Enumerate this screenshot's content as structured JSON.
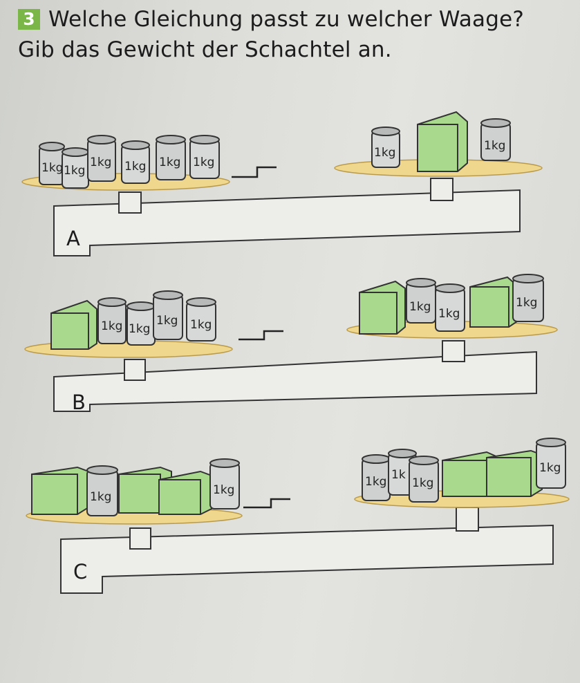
{
  "task": {
    "number": "3",
    "text": "Welche Gleichung passt zu welcher Waage? Gib das Gewicht der Schachtel an."
  },
  "weight_label": "1kg",
  "truncated_weight_label": "1k",
  "colors": {
    "box": "#a9d98c",
    "box_dark": "#7fbf5e",
    "pan": "#f0d78e",
    "number_badge": "#7ab648"
  },
  "scales": [
    {
      "label": "A",
      "left": {
        "weights": 6,
        "boxes": 0
      },
      "right": {
        "weights": 2,
        "boxes": 1
      }
    },
    {
      "label": "B",
      "left": {
        "weights": 4,
        "boxes": 1
      },
      "right": {
        "weights": 3,
        "boxes": 2
      }
    },
    {
      "label": "C",
      "left": {
        "weights": 2,
        "boxes": 3
      },
      "right": {
        "weights": 4,
        "boxes": 2
      }
    }
  ]
}
